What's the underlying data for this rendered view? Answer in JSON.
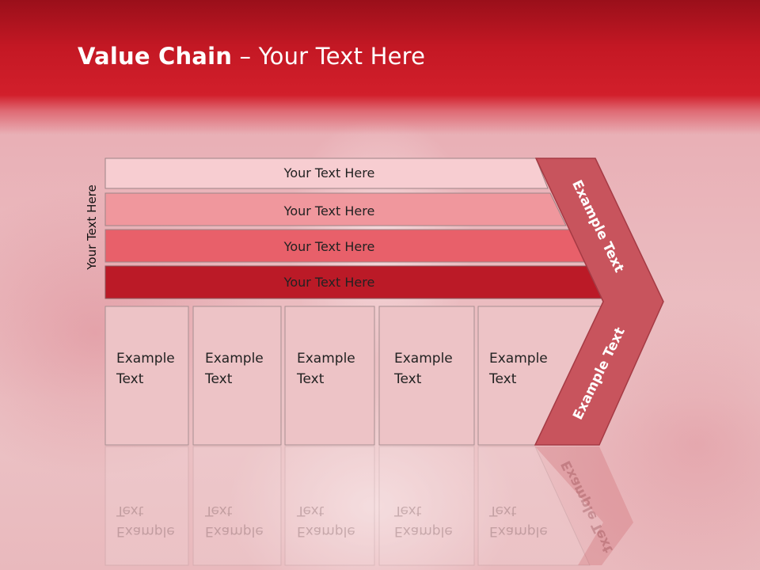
{
  "slide": {
    "title_bold": "Value Chain",
    "title_rest": " – Your Text Here",
    "side_label": "Your Text Here"
  },
  "bars": [
    {
      "label": "Your Text Here",
      "color": "#f7cdd1"
    },
    {
      "label": "Your Text Here",
      "color": "#f0979d"
    },
    {
      "label": "Your Text Here",
      "color": "#e8606a"
    },
    {
      "label": "Your Text Here",
      "color": "#bb1a27"
    }
  ],
  "columns": [
    {
      "label": "Example\nText"
    },
    {
      "label": "Example\nText"
    },
    {
      "label": "Example\nText"
    },
    {
      "label": "Example\nText"
    },
    {
      "label": "Example\nText"
    }
  ],
  "arrow": {
    "upper_label": "Example Text",
    "lower_label": "Example Text",
    "color": "#c8545d"
  },
  "colors": {
    "header": "#c41824",
    "column_fill": "#edc3c6",
    "column_border": "#a88f91"
  }
}
